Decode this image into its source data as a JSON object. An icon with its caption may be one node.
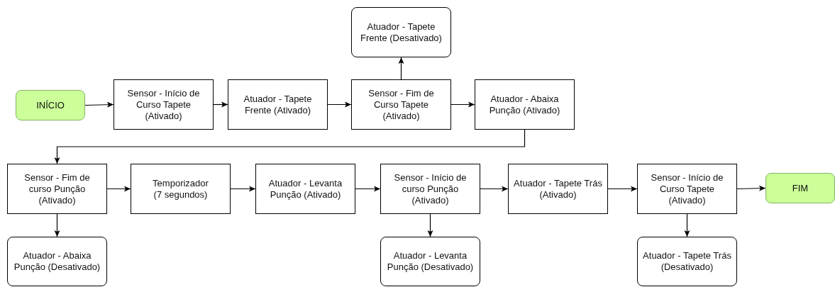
{
  "diagram": {
    "nodes": [
      {
        "text": [
          "INÍCIO"
        ]
      },
      {
        "text": [
          "Sensor - Início de Curso Tapete (Ativado)"
        ]
      },
      {
        "text": [
          "Atuador - Tapete Frente (Ativado)"
        ]
      },
      {
        "text": [
          "Sensor - Fim de Curso Tapete (Ativado)"
        ]
      },
      {
        "text": [
          "Atuador - Tapete Frente (Desativado)"
        ]
      },
      {
        "text": [
          "Atuador - Abaixa Punção (Ativado)"
        ]
      },
      {
        "text": [
          "Sensor - Fim de curso Punção (Ativado)"
        ]
      },
      {
        "text": [
          "Temporizador (7 segundos)"
        ]
      },
      {
        "text": [
          "Atuador - Levanta Punção (Ativado)"
        ]
      },
      {
        "text": [
          "Sensor - Início de curso Punção (Ativado)"
        ]
      },
      {
        "text": [
          "Atuador - Tapete Trás (Ativado)"
        ]
      },
      {
        "text": [
          "Sensor - Início de Curso Tapete (Ativado)"
        ]
      },
      {
        "text": [
          "FIM"
        ]
      },
      {
        "text": [
          "Atuador - Abaixa Punção (Desativado)"
        ]
      },
      {
        "text": [
          "Atuador - Levanta Punção (Desativado)"
        ]
      },
      {
        "text": [
          "Atuador - Tapete Trás (Desativado)"
        ]
      }
    ],
    "edges": [
      {
        "from": 0,
        "to": 1,
        "arrow": "to"
      },
      {
        "from": 1,
        "to": 2,
        "arrow": "to"
      },
      {
        "from": 2,
        "to": 3,
        "arrow": "to"
      },
      {
        "from": 3,
        "to": 4,
        "arrow": "to"
      },
      {
        "from": 3,
        "to": 5,
        "arrow": "to"
      },
      {
        "from": 5,
        "to": 6,
        "arrow": "to"
      },
      {
        "from": 6,
        "to": 7,
        "arrow": "to"
      },
      {
        "from": 7,
        "to": 8,
        "arrow": "to"
      },
      {
        "from": 8,
        "to": 9,
        "arrow": "to"
      },
      {
        "from": 9,
        "to": 10,
        "arrow": "to"
      },
      {
        "from": 10,
        "to": 11,
        "arrow": "to"
      },
      {
        "from": 11,
        "to": 12,
        "arrow": "to"
      },
      {
        "from": 6,
        "to": 13,
        "arrow": "to"
      },
      {
        "from": 9,
        "to": 14,
        "arrow": "to"
      },
      {
        "from": 11,
        "to": 15,
        "arrow": "to"
      }
    ]
  }
}
